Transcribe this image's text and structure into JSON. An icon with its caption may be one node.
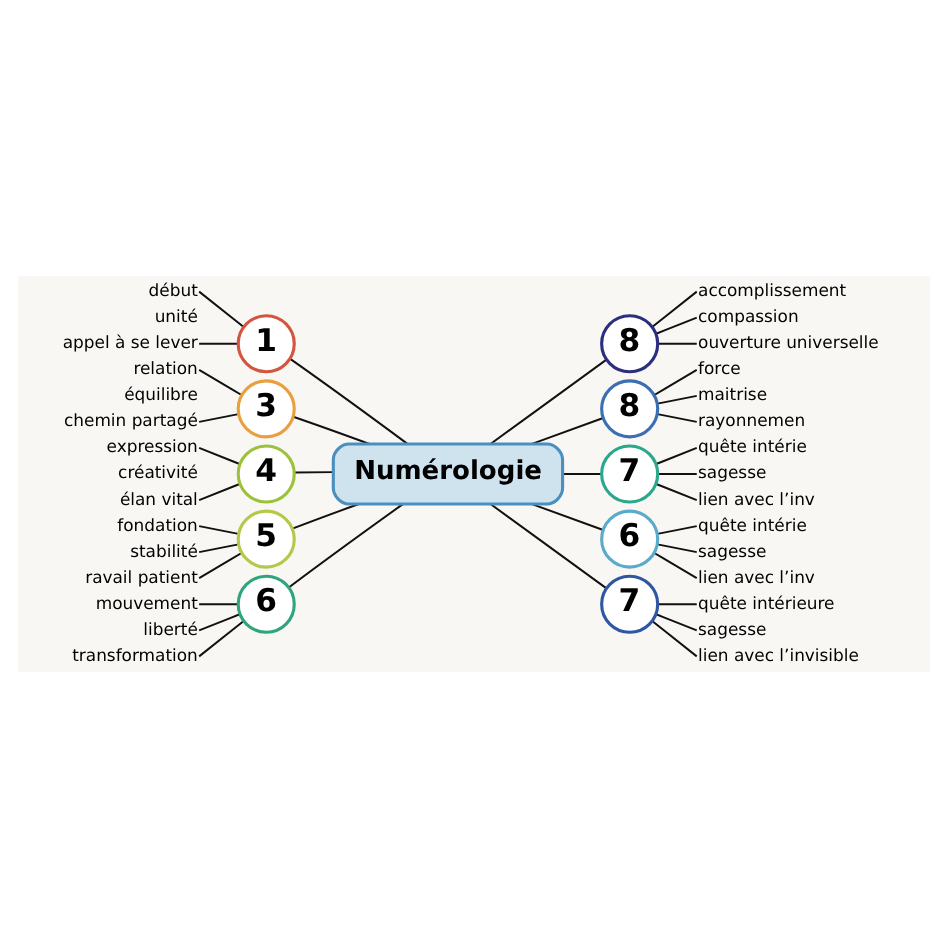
{
  "diagram": {
    "nodes": [
      {
        "text": [
          "Numérologie"
        ]
      },
      {
        "text": [
          "8"
        ]
      },
      {
        "text": [
          "accomplissement"
        ]
      },
      {
        "text": [
          "compassion"
        ]
      },
      {
        "text": [
          "ouverture universelle"
        ]
      },
      {
        "text": [
          "1"
        ]
      },
      {
        "text": [
          "début"
        ]
      },
      {
        "text": [
          "appel à se lever"
        ]
      },
      {
        "text": [
          "8"
        ]
      },
      {
        "text": [
          "force"
        ]
      },
      {
        "text": [
          "maitrise"
        ]
      },
      {
        "text": [
          "rayonnemen"
        ]
      },
      {
        "text": [
          "3"
        ]
      },
      {
        "text": [
          "relation"
        ]
      },
      {
        "text": [
          "chemin partagé"
        ]
      },
      {
        "text": [
          "7"
        ]
      },
      {
        "text": [
          "quête intérie"
        ]
      },
      {
        "text": [
          "sagesse"
        ]
      },
      {
        "text": [
          "lien avec l’inv"
        ]
      },
      {
        "text": [
          "4"
        ]
      },
      {
        "text": [
          "expression"
        ]
      },
      {
        "text": [
          "élan vital"
        ]
      },
      {
        "text": [
          "6"
        ]
      },
      {
        "text": [
          "quête intérie"
        ]
      },
      {
        "text": [
          "sagesse"
        ]
      },
      {
        "text": [
          "lien avec l’inv"
        ]
      },
      {
        "text": [
          "5"
        ]
      },
      {
        "text": [
          "fondation"
        ]
      },
      {
        "text": [
          "stabilité"
        ]
      },
      {
        "text": [
          "ravail patient"
        ]
      },
      {
        "text": [
          "7"
        ]
      },
      {
        "text": [
          "quête intérieure"
        ]
      },
      {
        "text": [
          "sagesse"
        ]
      },
      {
        "text": [
          "lien avec l’invisible"
        ]
      },
      {
        "text": [
          "6"
        ]
      },
      {
        "text": [
          "mouvement"
        ]
      },
      {
        "text": [
          "liberté"
        ]
      },
      {
        "text": [
          "transformation"
        ]
      }
    ],
    "edges": [
      {
        "from": 0,
        "to": 1,
        "arrow": "none"
      },
      {
        "from": 0,
        "to": 8,
        "arrow": "none"
      },
      {
        "from": 0,
        "to": 15,
        "arrow": "none"
      },
      {
        "from": 0,
        "to": 22,
        "arrow": "none"
      },
      {
        "from": 0,
        "to": 30,
        "arrow": "none"
      },
      {
        "from": 0,
        "to": 5,
        "arrow": "none"
      },
      {
        "from": 0,
        "to": 12,
        "arrow": "none"
      },
      {
        "from": 0,
        "to": 19,
        "arrow": "none"
      },
      {
        "from": 0,
        "to": 26,
        "arrow": "none"
      },
      {
        "from": 0,
        "to": 34,
        "arrow": "none"
      },
      {
        "from": 1,
        "to": 2,
        "arrow": "none"
      },
      {
        "from": 1,
        "to": 3,
        "arrow": "none"
      },
      {
        "from": 1,
        "to": 4,
        "arrow": "none"
      },
      {
        "from": 8,
        "to": 9,
        "arrow": "none"
      },
      {
        "from": 8,
        "to": 10,
        "arrow": "none"
      },
      {
        "from": 8,
        "to": 11,
        "arrow": "none"
      },
      {
        "from": 15,
        "to": 16,
        "arrow": "none"
      },
      {
        "from": 15,
        "to": 17,
        "arrow": "none"
      },
      {
        "from": 15,
        "to": 18,
        "arrow": "none"
      },
      {
        "from": 22,
        "to": 23,
        "arrow": "none"
      },
      {
        "from": 22,
        "to": 24,
        "arrow": "none"
      },
      {
        "from": 22,
        "to": 25,
        "arrow": "none"
      },
      {
        "from": 30,
        "to": 31,
        "arrow": "none"
      },
      {
        "from": 30,
        "to": 32,
        "arrow": "none"
      },
      {
        "from": 30,
        "to": 33,
        "arrow": "none"
      },
      {
        "from": 5,
        "to": 6,
        "arrow": "none"
      },
      {
        "from": 5,
        "to": 7,
        "arrow": "none"
      },
      {
        "from": 12,
        "to": 13,
        "arrow": "none"
      },
      {
        "from": 12,
        "to": 14,
        "arrow": "none"
      },
      {
        "from": 19,
        "to": 20,
        "arrow": "none"
      },
      {
        "from": 19,
        "to": 21,
        "arrow": "none"
      },
      {
        "from": 26,
        "to": 27,
        "arrow": "none"
      },
      {
        "from": 26,
        "to": 28,
        "arrow": "none"
      },
      {
        "from": 26,
        "to": 29,
        "arrow": "none"
      },
      {
        "from": 34,
        "to": 35,
        "arrow": "none"
      },
      {
        "from": 34,
        "to": 36,
        "arrow": "none"
      },
      {
        "from": 34,
        "to": 37,
        "arrow": "none"
      }
    ],
    "labels": [
      "unité",
      "équilibre",
      "créativité"
    ]
  }
}
